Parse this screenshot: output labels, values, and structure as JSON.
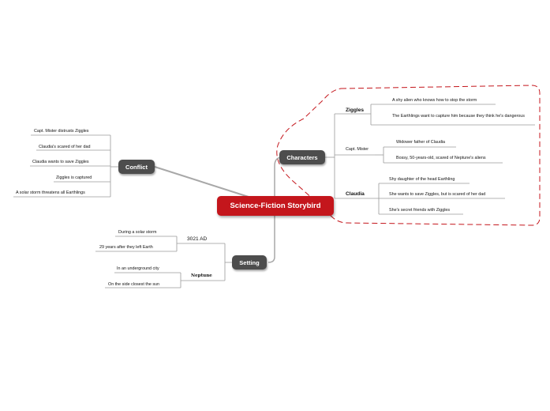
{
  "central": {
    "title": "Science-Fiction Storybird"
  },
  "branches": {
    "characters": {
      "label": "Characters",
      "ziggles": {
        "name": "Ziggles",
        "facts": [
          "A shy alien who knows how to stop the storm",
          "The Earthlings want to capture him because they think he's dangerous"
        ]
      },
      "mister": {
        "name": "Capt. Mister",
        "facts": [
          "Widower father of Claudia",
          "Bossy, 50-years-old, scared of Neptune's aliens"
        ]
      },
      "claudia": {
        "name": "Claudia",
        "facts": [
          "Shy daughter of the head Earthling",
          "She wants to save Ziggles, but is scared of her dad",
          "She's secret friends with Ziggles"
        ]
      }
    },
    "conflict": {
      "label": "Conflict",
      "items": [
        "Capt. Mister distrusts Ziggles",
        "Claudia's scared of her dad",
        "Claudia wants to save Ziggles",
        "Ziggles is captured",
        "A solar storm threatens all Earthlings"
      ]
    },
    "setting": {
      "label": "Setting",
      "time": {
        "name": "3021 AD",
        "facts": [
          "During a solar storm",
          "29 years after they left Earth"
        ]
      },
      "place": {
        "name": "Neptune",
        "facts": [
          "In an underground city",
          "On the side closest the sun"
        ]
      }
    }
  },
  "colors": {
    "central": "#c4161c",
    "main": "#4d4d4d",
    "line": "#9a9a9a",
    "boundary": "#c4161c"
  }
}
